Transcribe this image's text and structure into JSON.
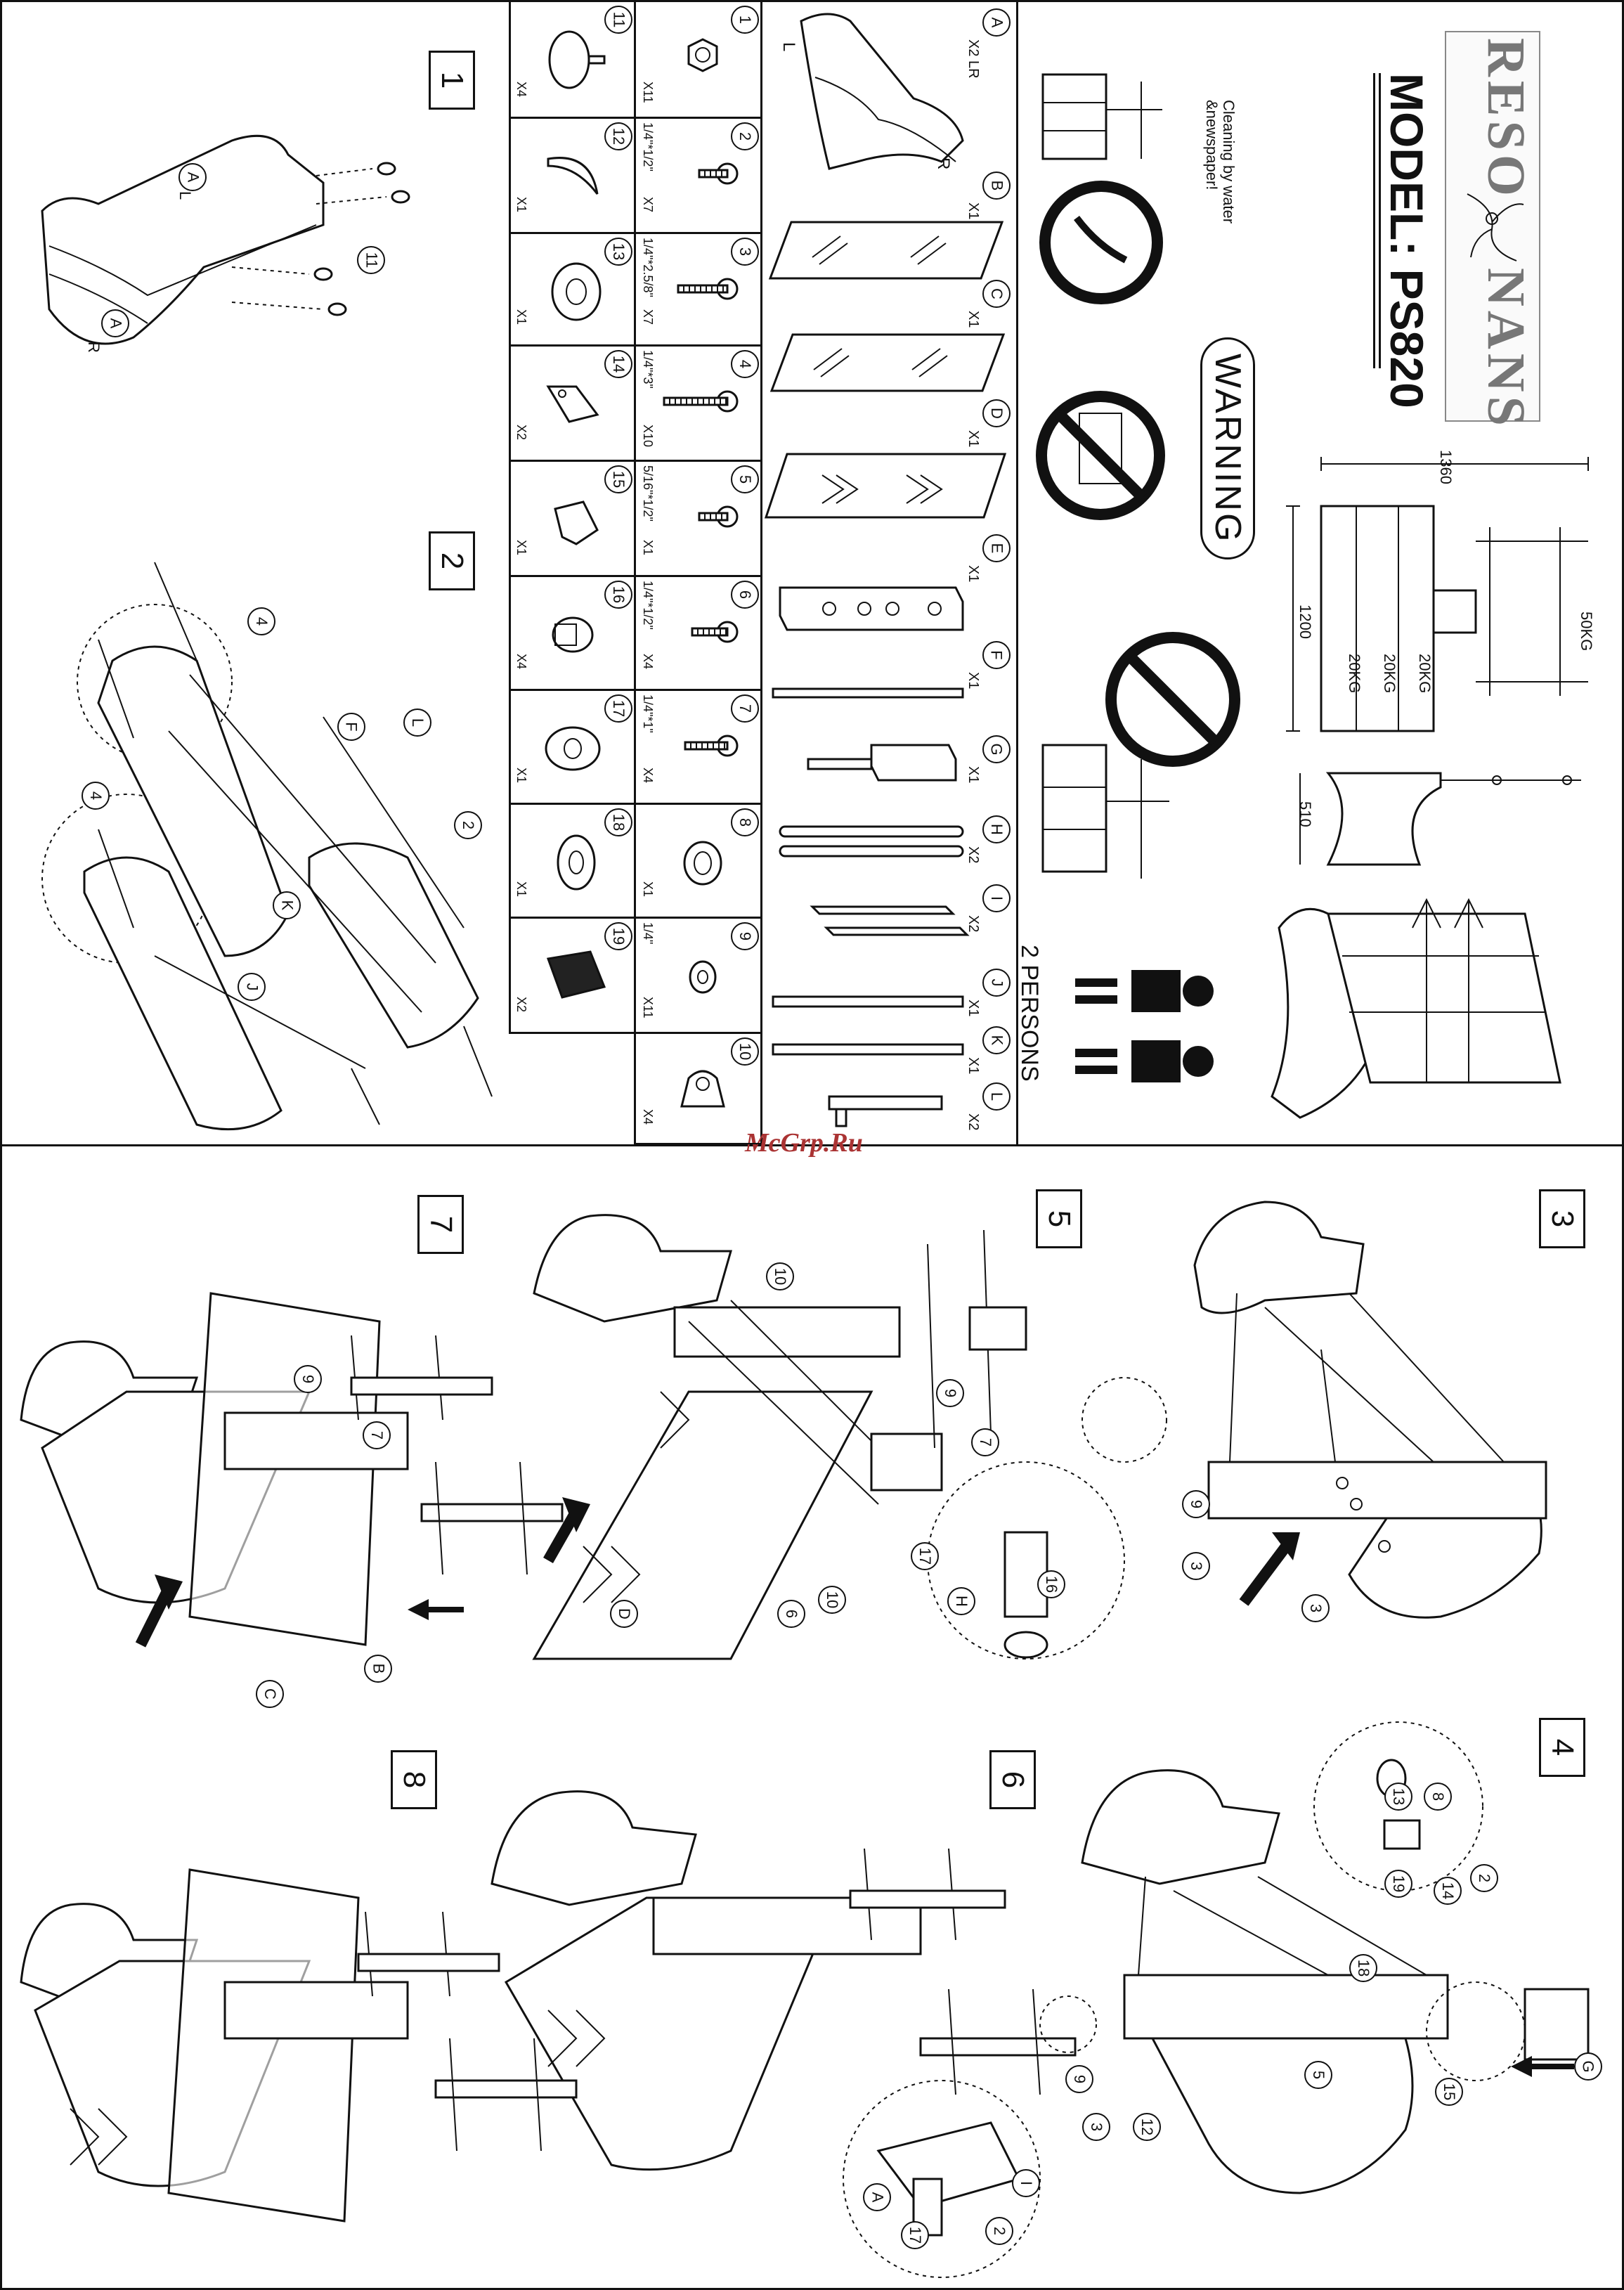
{
  "brand": {
    "name": "RESONANS",
    "part1": "RESO",
    "part2": "NANS"
  },
  "model_label": "MODEL: PS820",
  "warning": {
    "title": "WARNING",
    "cleaning_note": "Cleaning by water &newspaper!"
  },
  "persons_label": "2 PERSONS",
  "watermark": "McGrp.Ru",
  "dimensions": {
    "width": "1360",
    "height": "1200",
    "depth": "510",
    "load_top": "50KG",
    "load_shelves": [
      "20KG",
      "20KG",
      "20KG"
    ]
  },
  "parts_letters": [
    {
      "id": "A",
      "qty": "X2 LR",
      "sub_l": "L",
      "sub_r": "R"
    },
    {
      "id": "B",
      "qty": "X1"
    },
    {
      "id": "C",
      "qty": "X1"
    },
    {
      "id": "D",
      "qty": "X1"
    },
    {
      "id": "E",
      "qty": "X1"
    },
    {
      "id": "F",
      "qty": "X1"
    },
    {
      "id": "G",
      "qty": "X1"
    },
    {
      "id": "H",
      "qty": "X2"
    },
    {
      "id": "I",
      "qty": "X2"
    },
    {
      "id": "J",
      "qty": "X1"
    },
    {
      "id": "K",
      "qty": "X1"
    },
    {
      "id": "L",
      "qty": "X2"
    }
  ],
  "hardware_col1": [
    {
      "id": "1",
      "qty": "X11"
    },
    {
      "id": "2",
      "qty": "X7",
      "size": "1/4\"*1/2\""
    },
    {
      "id": "3",
      "qty": "X7",
      "size": "1/4\"*2.5/8\""
    },
    {
      "id": "4",
      "qty": "X10",
      "size": "1/4\"*3\""
    },
    {
      "id": "5",
      "qty": "X1",
      "size": "5/16\"*1/2\""
    },
    {
      "id": "6",
      "qty": "X4",
      "size": "1/4\"*1/2\""
    },
    {
      "id": "7",
      "qty": "X4",
      "size": "1/4\"*1\""
    },
    {
      "id": "8",
      "qty": "X1"
    },
    {
      "id": "9",
      "qty": "X11",
      "size": "1/4\""
    },
    {
      "id": "10",
      "qty": "X4"
    }
  ],
  "hardware_col2": [
    {
      "id": "11",
      "qty": "X4"
    },
    {
      "id": "12",
      "qty": "X1"
    },
    {
      "id": "13",
      "qty": "X1"
    },
    {
      "id": "14",
      "qty": "X2"
    },
    {
      "id": "15",
      "qty": "X1"
    },
    {
      "id": "16",
      "qty": "X4"
    },
    {
      "id": "17",
      "qty": "X1"
    },
    {
      "id": "18",
      "qty": "X1"
    },
    {
      "id": "19",
      "qty": "X2"
    }
  ],
  "steps": [
    "1",
    "2",
    "3",
    "4",
    "5",
    "6",
    "7",
    "8"
  ],
  "callouts": {
    "step1": [
      "A",
      "L",
      "A",
      "R",
      "11"
    ],
    "step2": [
      "4",
      "4",
      "F",
      "L",
      "2",
      "K",
      "J"
    ],
    "step3": [
      "9",
      "3",
      "3"
    ],
    "step4": [
      "13",
      "8",
      "19",
      "14",
      "2",
      "18",
      "5",
      "15",
      "G",
      "9",
      "3",
      "12"
    ],
    "step5": [
      "10",
      "9",
      "7",
      "17",
      "H",
      "16",
      "D",
      "6",
      "10"
    ],
    "step6": [
      "A",
      "17",
      "2",
      "I"
    ],
    "step7": [
      "9",
      "7",
      "C",
      "B"
    ]
  }
}
